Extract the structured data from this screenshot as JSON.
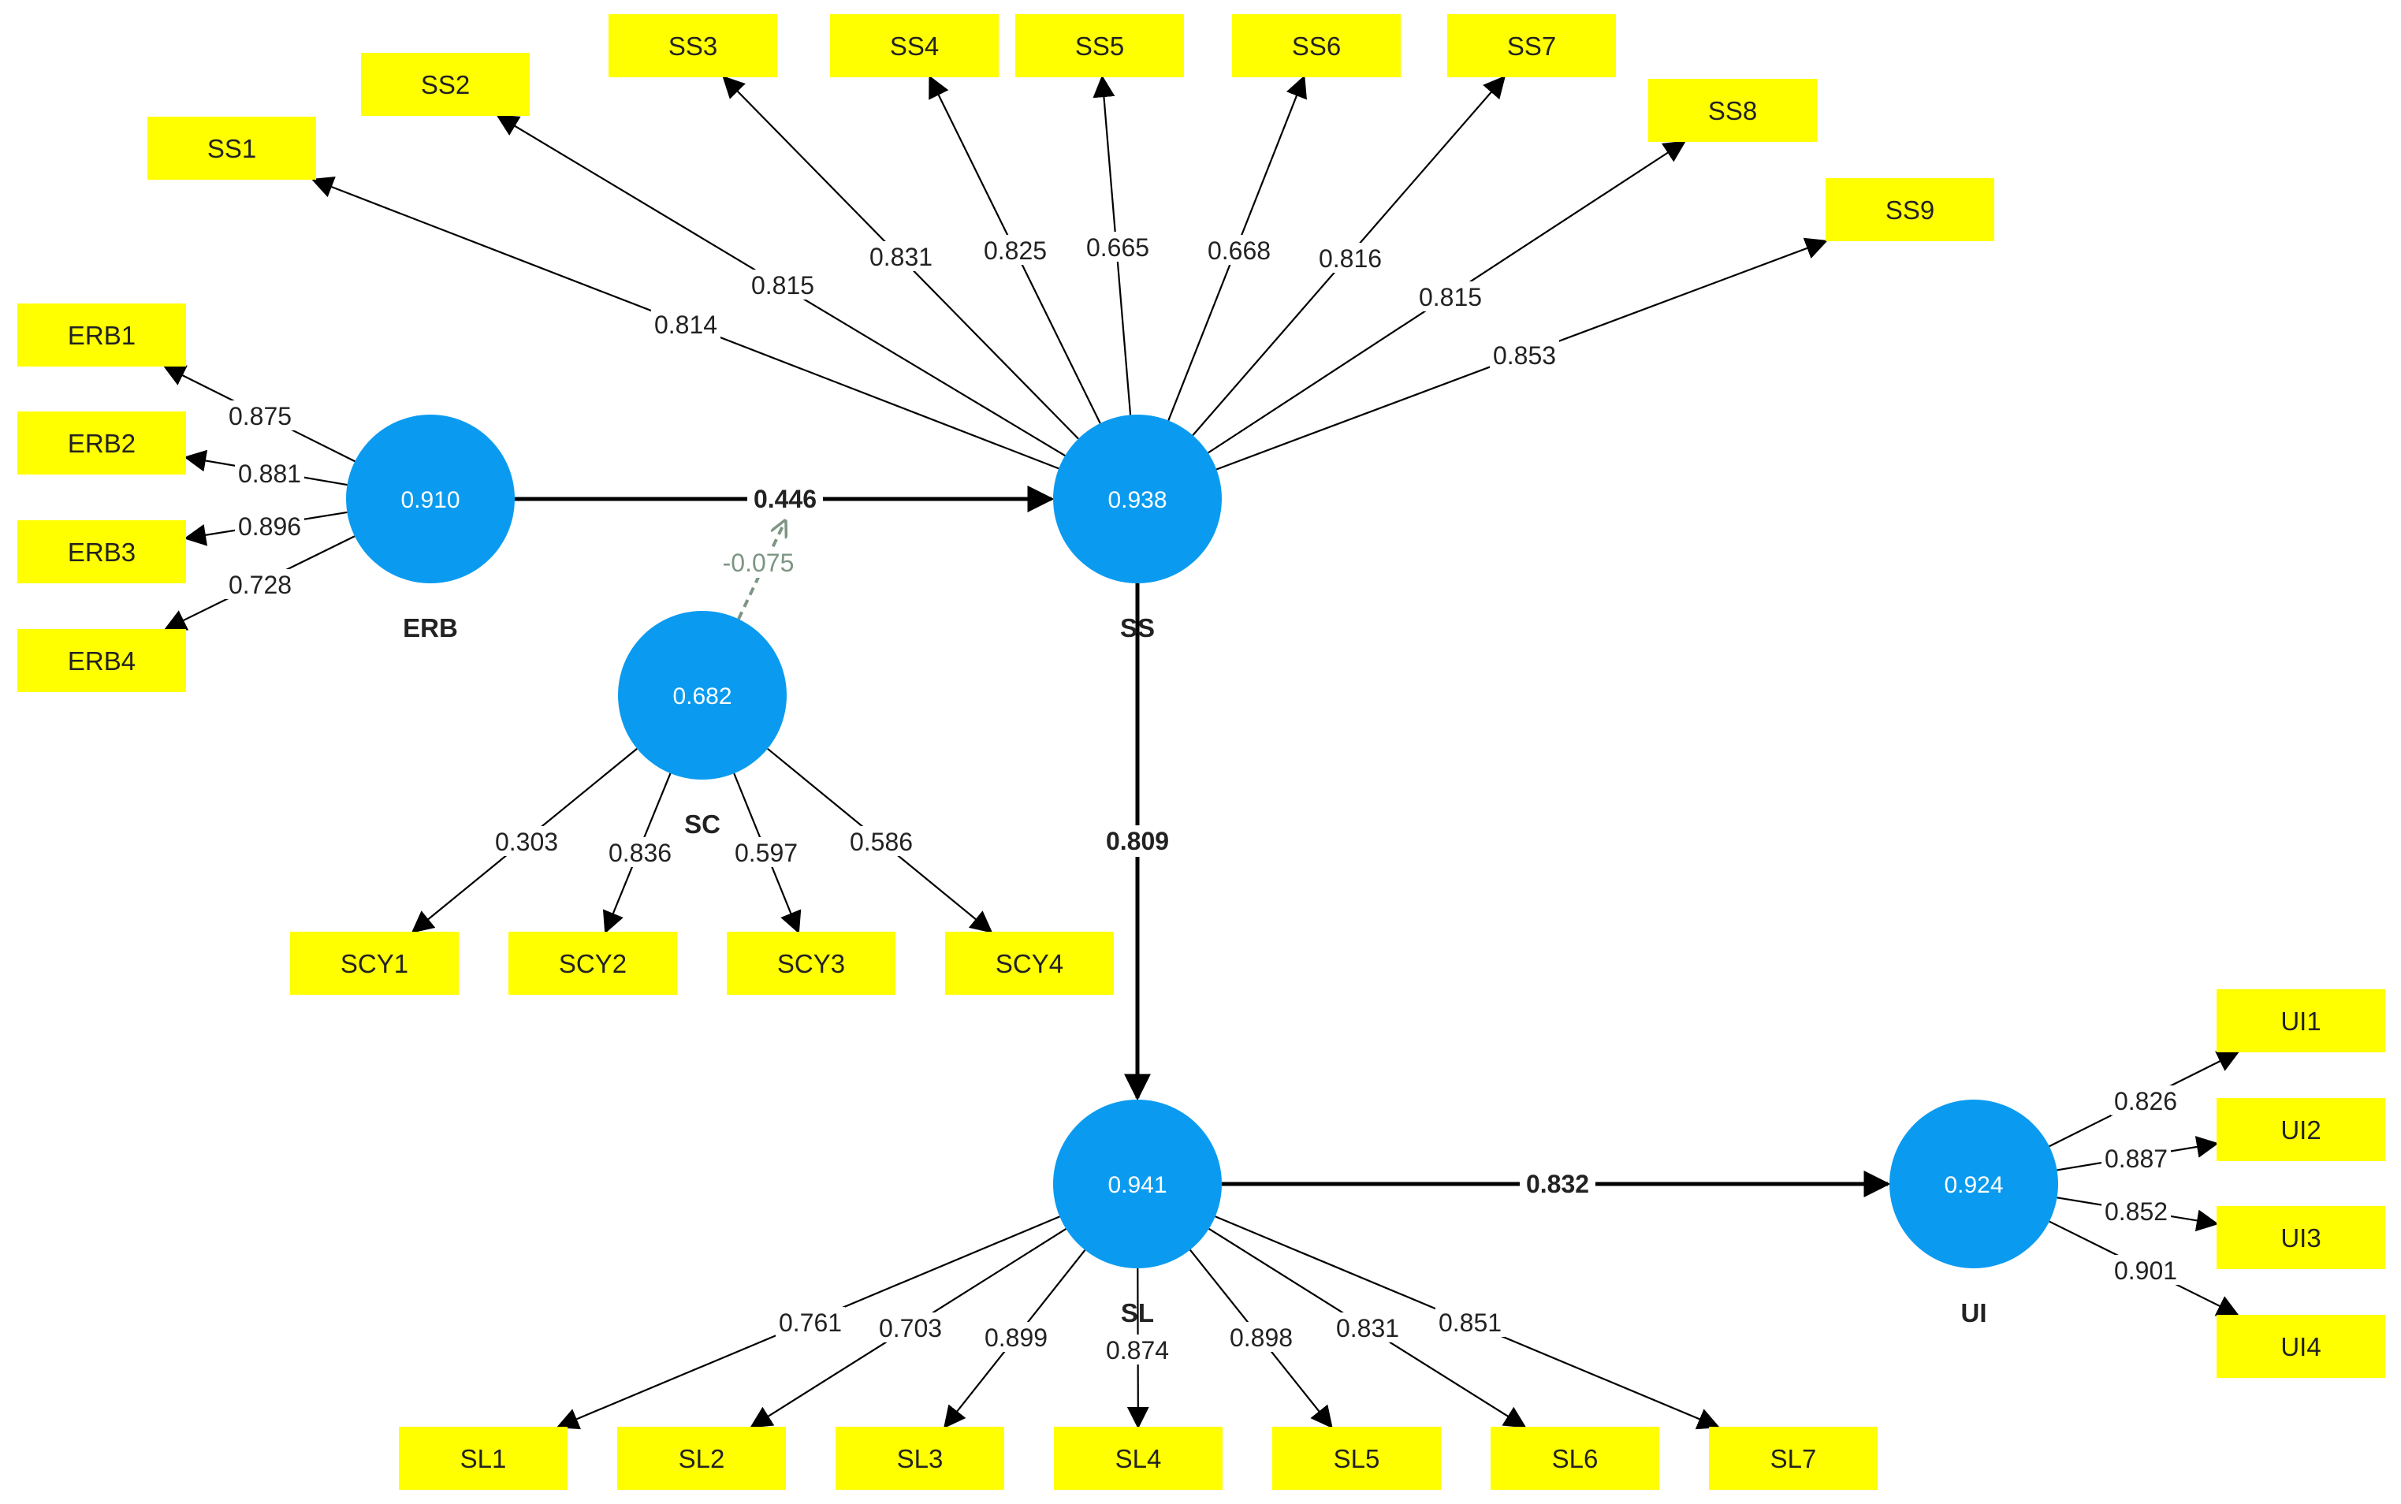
{
  "latent_variables": [
    {
      "id": "ERB",
      "name": "ERB",
      "value": "0.910"
    },
    {
      "id": "SS",
      "name": "SS",
      "value": "0.938"
    },
    {
      "id": "SC",
      "name": "SC",
      "value": "0.682"
    },
    {
      "id": "SL",
      "name": "SL",
      "value": "0.941"
    },
    {
      "id": "UI",
      "name": "UI",
      "value": "0.924"
    }
  ],
  "indicators": [
    {
      "id": "SS1",
      "label": "SS1"
    },
    {
      "id": "SS2",
      "label": "SS2"
    },
    {
      "id": "SS3",
      "label": "SS3"
    },
    {
      "id": "SS4",
      "label": "SS4"
    },
    {
      "id": "SS5",
      "label": "SS5"
    },
    {
      "id": "SS6",
      "label": "SS6"
    },
    {
      "id": "SS7",
      "label": "SS7"
    },
    {
      "id": "SS8",
      "label": "SS8"
    },
    {
      "id": "SS9",
      "label": "SS9"
    },
    {
      "id": "ERB1",
      "label": "ERB1"
    },
    {
      "id": "ERB2",
      "label": "ERB2"
    },
    {
      "id": "ERB3",
      "label": "ERB3"
    },
    {
      "id": "ERB4",
      "label": "ERB4"
    },
    {
      "id": "SCY1",
      "label": "SCY1"
    },
    {
      "id": "SCY2",
      "label": "SCY2"
    },
    {
      "id": "SCY3",
      "label": "SCY3"
    },
    {
      "id": "SCY4",
      "label": "SCY4"
    },
    {
      "id": "SL1",
      "label": "SL1"
    },
    {
      "id": "SL2",
      "label": "SL2"
    },
    {
      "id": "SL3",
      "label": "SL3"
    },
    {
      "id": "SL4",
      "label": "SL4"
    },
    {
      "id": "SL5",
      "label": "SL5"
    },
    {
      "id": "SL6",
      "label": "SL6"
    },
    {
      "id": "SL7",
      "label": "SL7"
    },
    {
      "id": "UI1",
      "label": "UI1"
    },
    {
      "id": "UI2",
      "label": "UI2"
    },
    {
      "id": "UI3",
      "label": "UI3"
    },
    {
      "id": "UI4",
      "label": "UI4"
    }
  ],
  "outer_loadings": [
    {
      "from": "SS",
      "to": "SS1",
      "value": "0.814"
    },
    {
      "from": "SS",
      "to": "SS2",
      "value": "0.815"
    },
    {
      "from": "SS",
      "to": "SS3",
      "value": "0.831"
    },
    {
      "from": "SS",
      "to": "SS4",
      "value": "0.825"
    },
    {
      "from": "SS",
      "to": "SS5",
      "value": "0.665"
    },
    {
      "from": "SS",
      "to": "SS6",
      "value": "0.668"
    },
    {
      "from": "SS",
      "to": "SS7",
      "value": "0.816"
    },
    {
      "from": "SS",
      "to": "SS8",
      "value": "0.815"
    },
    {
      "from": "SS",
      "to": "SS9",
      "value": "0.853"
    },
    {
      "from": "ERB",
      "to": "ERB1",
      "value": "0.875"
    },
    {
      "from": "ERB",
      "to": "ERB2",
      "value": "0.881"
    },
    {
      "from": "ERB",
      "to": "ERB3",
      "value": "0.896"
    },
    {
      "from": "ERB",
      "to": "ERB4",
      "value": "0.728"
    },
    {
      "from": "SC",
      "to": "SCY1",
      "value": "0.303"
    },
    {
      "from": "SC",
      "to": "SCY2",
      "value": "0.836"
    },
    {
      "from": "SC",
      "to": "SCY3",
      "value": "0.597"
    },
    {
      "from": "SC",
      "to": "SCY4",
      "value": "0.586"
    },
    {
      "from": "SL",
      "to": "SL1",
      "value": "0.761"
    },
    {
      "from": "SL",
      "to": "SL2",
      "value": "0.703"
    },
    {
      "from": "SL",
      "to": "SL3",
      "value": "0.899"
    },
    {
      "from": "SL",
      "to": "SL4",
      "value": "0.874"
    },
    {
      "from": "SL",
      "to": "SL5",
      "value": "0.898"
    },
    {
      "from": "SL",
      "to": "SL6",
      "value": "0.831"
    },
    {
      "from": "SL",
      "to": "SL7",
      "value": "0.851"
    },
    {
      "from": "UI",
      "to": "UI1",
      "value": "0.826"
    },
    {
      "from": "UI",
      "to": "UI2",
      "value": "0.887"
    },
    {
      "from": "UI",
      "to": "UI3",
      "value": "0.852"
    },
    {
      "from": "UI",
      "to": "UI4",
      "value": "0.901"
    }
  ],
  "path_coefficients": [
    {
      "from": "ERB",
      "to": "SS",
      "value": "0.446"
    },
    {
      "from": "SS",
      "to": "SL",
      "value": "0.809"
    },
    {
      "from": "SL",
      "to": "UI",
      "value": "0.832"
    }
  ],
  "moderation": {
    "from": "SC",
    "to": "ERB-SS",
    "value": "-0.075",
    "color": "#7d9684"
  },
  "colors": {
    "indicator_fill": "#ffff00",
    "construct_fill": "#0a9bf0",
    "moderation": "#7d9684"
  }
}
